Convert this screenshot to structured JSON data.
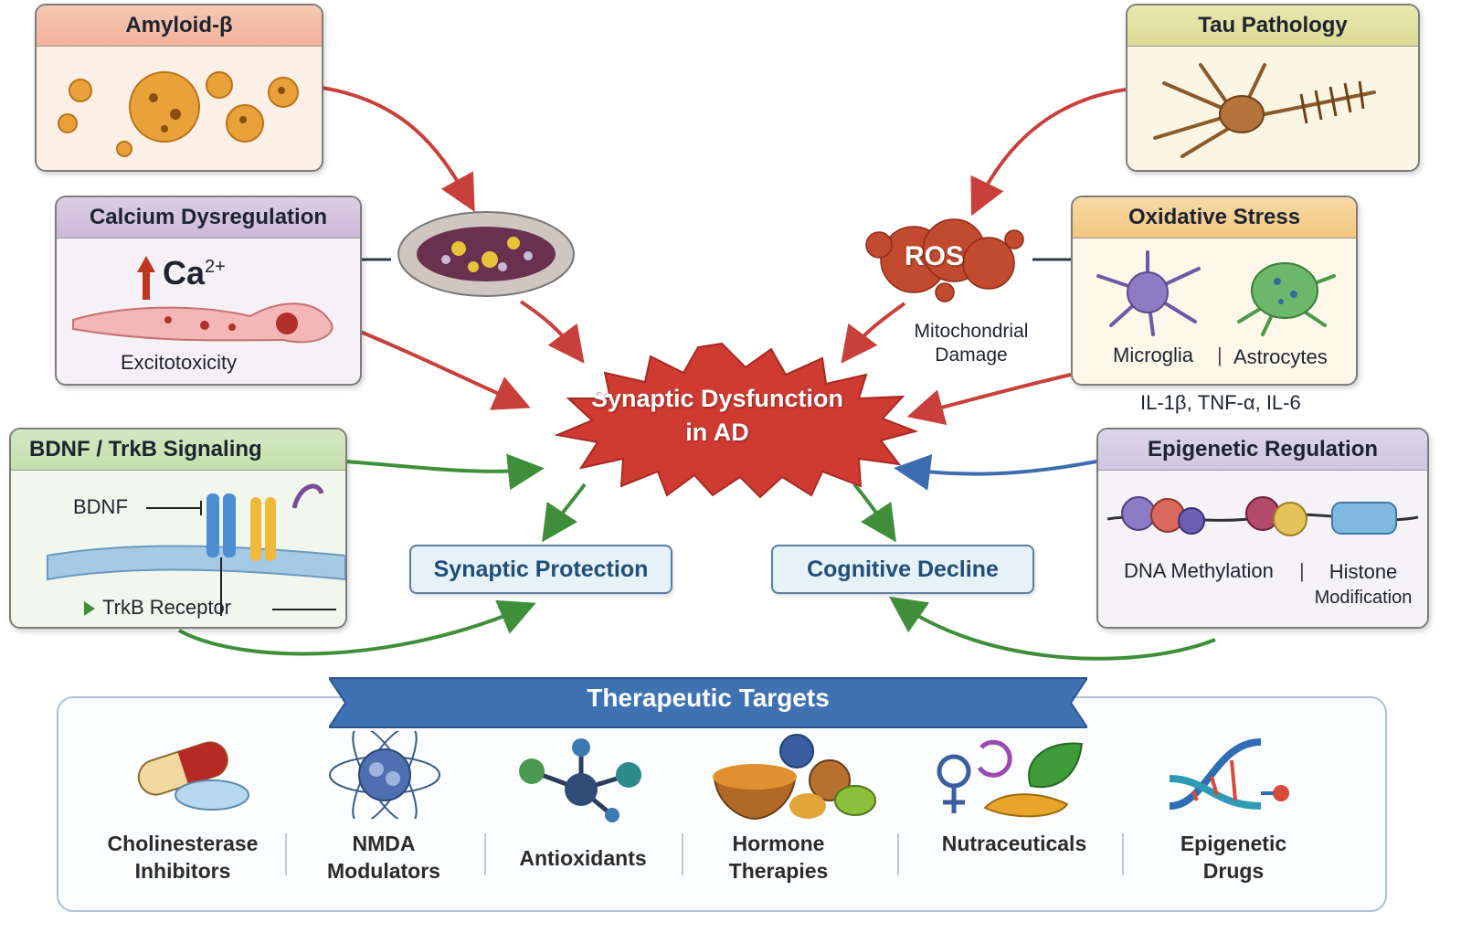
{
  "center": {
    "title_line1": "Synaptic Dysfunction",
    "title_line2": "in AD"
  },
  "cards": {
    "amyloid": {
      "title": "Amyloid-β"
    },
    "tau": {
      "title": "Tau Pathology"
    },
    "calcium": {
      "title": "Calcium Dysregulation",
      "ion": "Ca",
      "ion_charge": "2+",
      "caption": "Excitotoxicity"
    },
    "oxidative": {
      "title": "Oxidative Stress",
      "microglia": "Microglia",
      "separator": "|",
      "astrocytes": "Astrocytes"
    },
    "bdnf": {
      "title": "BDNF / TrkB Signaling",
      "bdnf_label": "BDNF",
      "receptor_label": "TrkB Receptor"
    },
    "epigenetic": {
      "title": "Epigenetic Regulation",
      "dna_methylation": "DNA Methylation",
      "separator": "|",
      "histone_line1": "Histone",
      "histone_line2": "Modification"
    }
  },
  "floating": {
    "ros": "ROS",
    "mito_line1": "Mitochondrial",
    "mito_line2": "Damage",
    "cytokines": "IL-1β, TNF-α, IL-6"
  },
  "outcomes": {
    "protection": "Synaptic Protection",
    "decline": "Cognitive Decline"
  },
  "therapeutics": {
    "banner": "Therapeutic Targets",
    "items": [
      {
        "line1": "Cholinesterase",
        "line2": "Inhibitors",
        "icon": "pill-capsule-icon"
      },
      {
        "line1": "NMDA",
        "line2": "Modulators",
        "icon": "atom-icon"
      },
      {
        "line1": "Antioxidants",
        "line2": "",
        "icon": "molecule-icon"
      },
      {
        "line1": "Hormone",
        "line2": "Therapies",
        "icon": "hormone-food-icon"
      },
      {
        "line1": "Nutraceuticals",
        "line2": "",
        "icon": "herbal-icon"
      },
      {
        "line1": "Epigenetic",
        "line2": "Drugs",
        "icon": "dna-icon"
      }
    ]
  },
  "colors": {
    "red_arrow": "#c9403b",
    "green_arrow": "#3f8f3a",
    "blue_arrow": "#3d6cb0",
    "center_star": "#cf3a31",
    "banner": "#3f72b3"
  }
}
